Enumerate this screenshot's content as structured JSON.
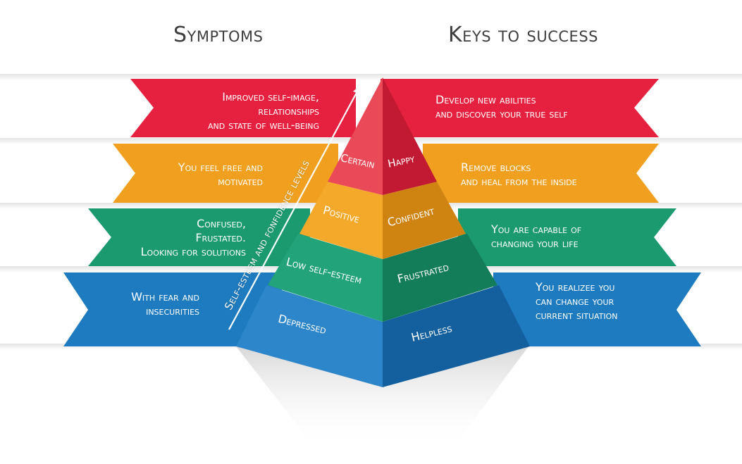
{
  "headings": {
    "symptoms": "Symptoms",
    "keys": "Keys to success"
  },
  "arrow_label": "Self-esteem and fonfidence levels",
  "levels": [
    {
      "color": "#e5213f",
      "symptom": "Improved self-image,\nrelationships\nand state of well-being",
      "key": "Develop new abilities\nand discover your true self",
      "pyramid_left": "Certain",
      "pyramid_right": "Happy"
    },
    {
      "color": "#f0a01e",
      "symptom": "You feel free and\nmotivated",
      "key": "Remove blocks\nand heal from the inside",
      "pyramid_left": "Positive",
      "pyramid_right": "Confident"
    },
    {
      "color": "#1a9a6e",
      "symptom": "Confused,\nFrustated.\nLooking for solutions",
      "key": "You are capable of\nchanging your life",
      "pyramid_left": "Low self-esteem",
      "pyramid_right": "Frustrated"
    },
    {
      "color": "#1f7bbf",
      "symptom": "With fear and\ninsecurities",
      "key": "You realizee you\ncan change your\ncurrent situation",
      "pyramid_left": "Depressed",
      "pyramid_right": "Helpless"
    }
  ]
}
